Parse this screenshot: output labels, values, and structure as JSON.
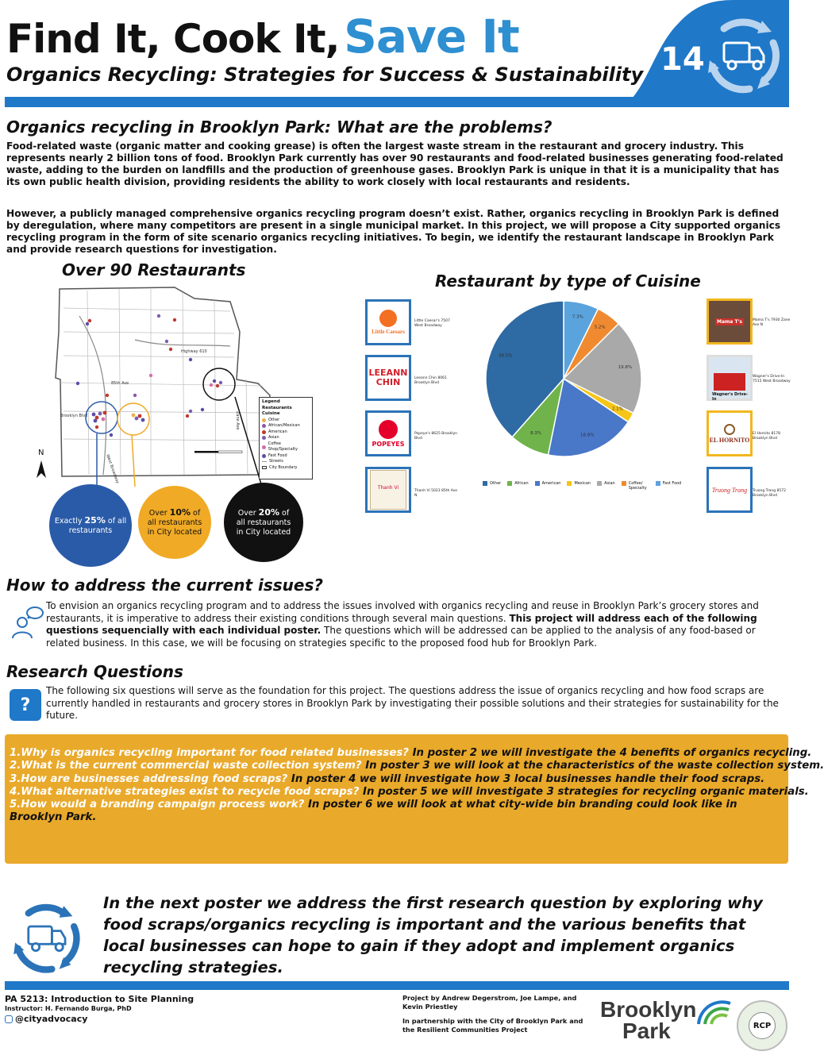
{
  "header": {
    "title_part1": "Find It, Cook It,",
    "title_part2": "Save It",
    "subtitle": "Organics Recycling: Strategies for Success & Sustainability",
    "poster_number": "14",
    "accent_color": "#1f78c8"
  },
  "problems": {
    "heading": "Organics recycling in Brooklyn Park: What are the problems?",
    "paragraph1": "Food-related waste (organic matter and cooking grease) is often the largest waste stream in the restaurant and grocery industry. This represents nearly 2 billion tons of food. Brooklyn Park currently has over 90 restaurants and food-related businesses generating food-related waste, adding to the burden on landfills and the production of greenhouse gases. Brooklyn Park is unique in that it is a municipality that has its own public health division, providing residents the ability to work closely with local restaurants and residents.",
    "paragraph2": "However, a publicly managed comprehensive organics recycling program doesn’t exist. Rather, organics recycling in Brooklyn Park is defined by deregulation, where many competitors are present in a single municipal market. In this project, we will propose a City supported organics recycling program in the form of site scenario organics recycling initiatives. To begin, we identify the restaurant landscape in Brooklyn Park and provide research questions for investigation."
  },
  "map": {
    "title": "Over 90 Restaurants",
    "north_label": "N",
    "street_labels": [
      "Highway 610",
      "85th Ave",
      "Brooklyn Blvd",
      "West Broadway",
      "Zane Ave"
    ],
    "legend": {
      "title": "Legend",
      "subtitle": "Restaurants",
      "group": "Cuisine",
      "items": [
        {
          "label": "Other",
          "color": "#e8b04a"
        },
        {
          "label": "African/Mexican",
          "color": "#8a5aa8"
        },
        {
          "label": "American",
          "color": "#c0392b"
        },
        {
          "label": "Asian",
          "color": "#7a5cb0"
        },
        {
          "label": "Coffee Shop/Specialty",
          "color": "#d46ea8"
        },
        {
          "label": "Fast Food",
          "color": "#5b4ca8"
        },
        {
          "label": "Streets",
          "color": "#999999"
        },
        {
          "label": "City Boundary",
          "color": "#333333"
        }
      ]
    },
    "callouts": [
      {
        "prefix": "Exactly ",
        "value": "25%",
        "suffix": " of all restaurants",
        "color": "#2a5ba8"
      },
      {
        "prefix": "Over ",
        "value": "10%",
        "suffix": " of all restaurants in City located",
        "color": "#f0aa25"
      },
      {
        "prefix": "Over ",
        "value": "20%",
        "suffix": " of all restaurants in City located",
        "color": "#111111"
      }
    ]
  },
  "cuisine": {
    "title": "Restaurant by type of Cuisine",
    "logos_left": [
      {
        "name": "Little Caesars",
        "caption": "Little Caesar's 7507 West Broadway"
      },
      {
        "name": "LEEANN CHIN",
        "caption": "Leeann Chin 8061 Brooklyn Blvd"
      },
      {
        "name": "POPEYES",
        "caption": "Popeye's 8625 Brooklyn Blvd"
      },
      {
        "name": "Thanh Vi",
        "caption": "Thanh Vi 5023 85th Ave N"
      }
    ],
    "logos_right": [
      {
        "name": "Mama T's",
        "caption": "Mama T's 7930 Zane Ave N"
      },
      {
        "name": "Wagner's Drive-In",
        "caption": "Wagner's Drive-In 7515 West Broadway"
      },
      {
        "name": "EL HORNITO",
        "caption": "El Hornito 8178 Brooklyn Blvd"
      },
      {
        "name": "Truong Trang",
        "caption": "Truong Trang 8572 Brooklyn Blvd"
      }
    ]
  },
  "chart_data": {
    "type": "pie",
    "title": "Restaurant by type of Cuisine",
    "categories": [
      "Other",
      "African",
      "American",
      "Mexican",
      "Asian",
      "Coffee/ Specialty",
      "Fast Food"
    ],
    "values": [
      38.5,
      8.3,
      18.8,
      2.1,
      19.8,
      5.2,
      7.3
    ],
    "labels": [
      "38.5%",
      "8.3%",
      "18.8%",
      "2.1%",
      "19.8%",
      "5.2%",
      "7.3%"
    ],
    "colors": [
      "#2e6aa3",
      "#6fb34a",
      "#4a78c8",
      "#f5c518",
      "#a9a9a9",
      "#ef8a30",
      "#5ba3dd"
    ],
    "legend_position": "bottom"
  },
  "address": {
    "heading": "How to address the current issues?",
    "text_a": "To envision an organics recycling program and to address the issues involved with organics recycling and reuse in Brooklyn Park’s grocery stores and restaurants, it is imperative to address their existing conditions through several main questions. ",
    "text_bold": "This project will address each of the following questions sequencially with each individual poster.",
    "text_b": " The questions which will be addressed can be applied to the analysis of any food-based or related business. In this case, we will be focusing on strategies specific to the proposed food hub for Brooklyn Park."
  },
  "research": {
    "heading": "Research Questions",
    "intro": "The following six questions will serve as the foundation for this project. The questions address the issue of organics recycling and how food scraps are currently handled in restaurants and grocery stores in Brooklyn Park by investigating their possible solutions and their strategies for sustainability for the future.",
    "questions": [
      {
        "q": "1.Why is organics recycling important for food related businesses?",
        "a": " In poster 2 we will investigate the 4 benefits of organics recycling."
      },
      {
        "q": "2.What is the current commercial waste collection system?",
        "a": " In poster 3 we will look at the characteristics of the waste collection system."
      },
      {
        "q": "3.How are businesses addressing food scraps?",
        "a": " In poster 4 we will investigate how 3 local businesses handle their food scraps."
      },
      {
        "q": "4.What alternative strategies exist to recycle food scraps?",
        "a": " In poster 5 we will investigate 3 strategies for recycling organic materials."
      },
      {
        "q": "5.How would a branding campaign process work?",
        "a": " In poster 6 we will look at what city-wide bin branding could look like in Brooklyn Park."
      }
    ]
  },
  "conclusion": "In the next poster we address the first research question by exploring why food scraps/organics recycling is important and the various benefits that local businesses can hope to gain if they adopt and implement organics recycling strategies.",
  "footer": {
    "course": "PA 5213: Introduction to Site Planning",
    "instructor": "Instructor: H. Fernando Burga, PhD",
    "social": "@cityadvocacy",
    "credits": "Project by Andrew Degerstrom, Joe Lampe, and Kevin Priestley",
    "partnership": "In partnership with the City of Brooklyn Park and the Resilient Communities Project",
    "city_logo_line1": "Brooklyn",
    "city_logo_line2": "Park",
    "rcp": "RCP"
  }
}
